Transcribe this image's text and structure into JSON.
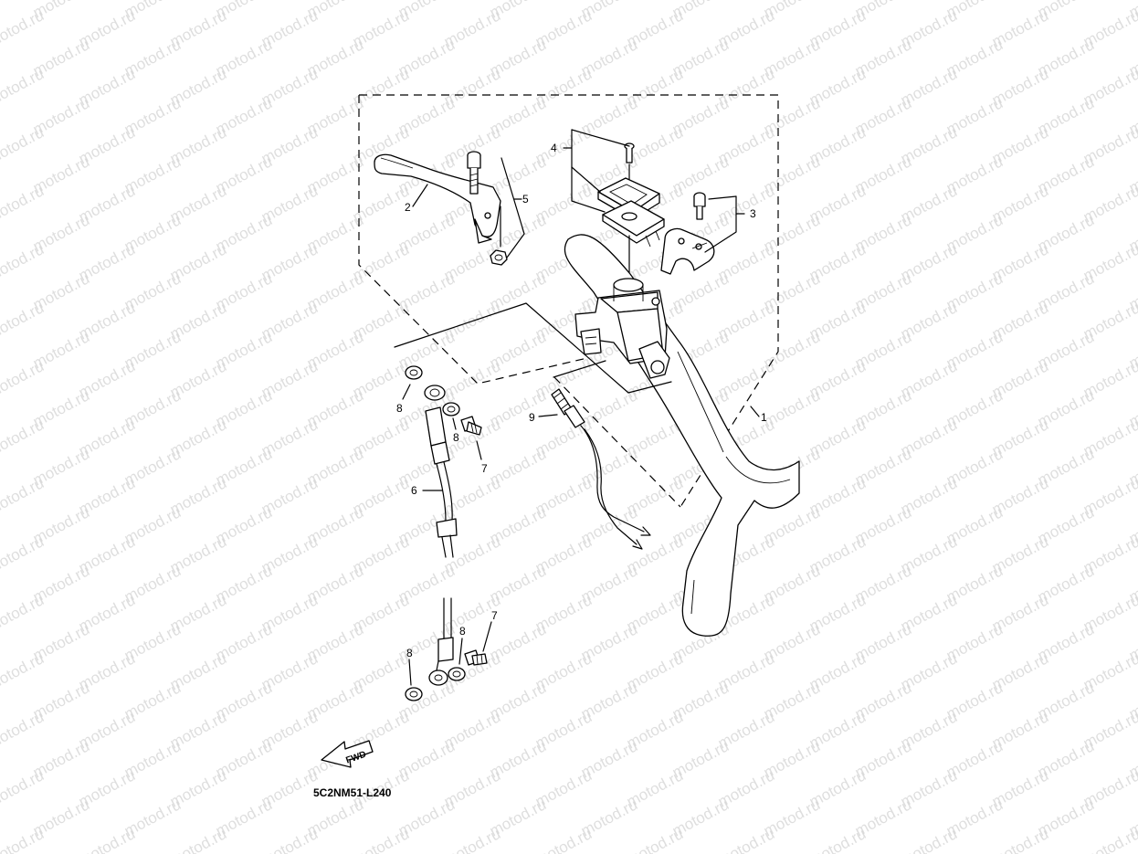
{
  "watermark": {
    "text": "motod.ru"
  },
  "diagram_code": "5C2NM51-L240",
  "direction_badge": "FWD",
  "callouts": {
    "c1": "1",
    "c2": "2",
    "c3": "3",
    "c4": "4",
    "c5": "5",
    "c6": "6",
    "c7a": "7",
    "c7b": "7",
    "c8a": "8",
    "c8b": "8",
    "c8c": "8",
    "c8d": "8",
    "c9": "9"
  }
}
